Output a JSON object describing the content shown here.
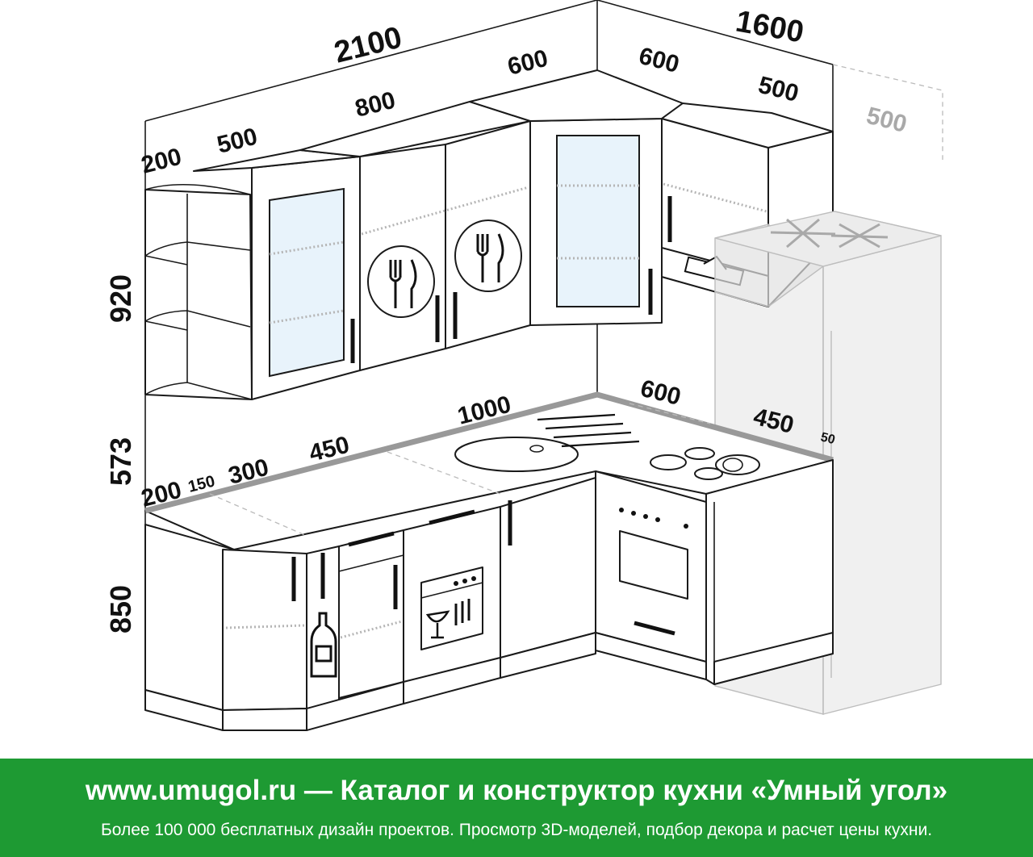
{
  "dimensions": {
    "total_left": "2100",
    "total_right": "1600",
    "top_200": "200",
    "top_500": "500",
    "top_800": "800",
    "top_600_left": "600",
    "top_600_right": "600",
    "top_500_right": "500",
    "fridge_500": "500",
    "height_upper": "920",
    "height_gap": "573",
    "height_base": "850",
    "base_200": "200",
    "base_150": "150",
    "base_300": "300",
    "base_450": "450",
    "base_1000": "1000",
    "base_600": "600",
    "base_450_right": "450",
    "base_50": "50"
  },
  "banner": {
    "title": "www.umugol.ru — Каталог и конструктор кухни «Умный угол»",
    "subtitle": "Более 100 000 бесплатных дизайн проектов. Просмотр 3D-моделей, подбор декора и расчет цены кухни."
  },
  "colors": {
    "banner_bg": "#1e9a33",
    "glass": "#e8f3fb",
    "lines": "#1a1a1a",
    "counter_edge": "#999999"
  }
}
